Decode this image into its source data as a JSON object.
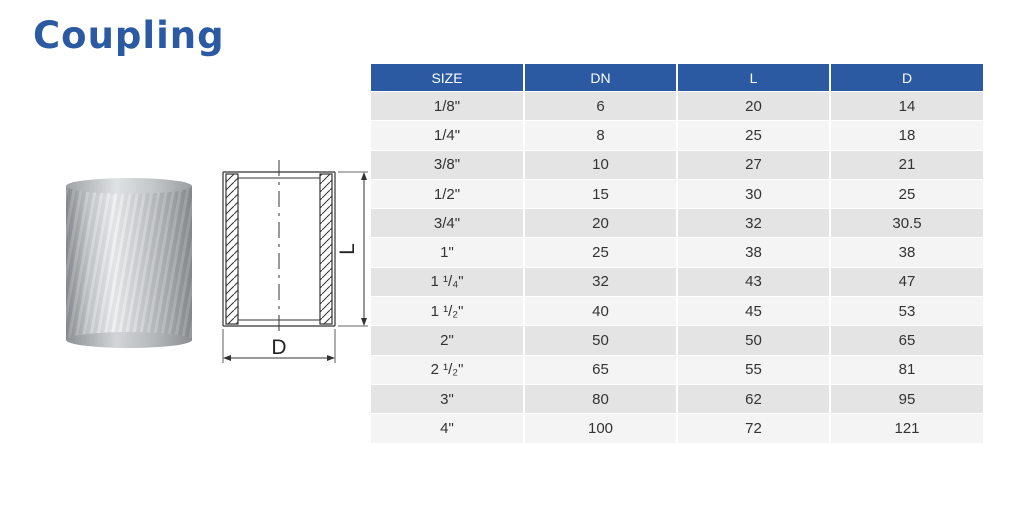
{
  "title": "Coupling",
  "drawing": {
    "length_label": "L",
    "diameter_label": "D"
  },
  "table": {
    "headers": [
      "SIZE",
      "DN",
      "L",
      "D"
    ],
    "rows": [
      [
        "1/8\"",
        "6",
        "20",
        "14"
      ],
      [
        "1/4\"",
        "8",
        "25",
        "18"
      ],
      [
        "3/8\"",
        "10",
        "27",
        "21"
      ],
      [
        "1/2\"",
        "15",
        "30",
        "25"
      ],
      [
        "3/4\"",
        "20",
        "32",
        "30.5"
      ],
      [
        "1\"",
        "25",
        "38",
        "38"
      ],
      [
        "1 ¹/₄\"",
        "32",
        "43",
        "47"
      ],
      [
        "1 ¹/₂\"",
        "40",
        "45",
        "53"
      ],
      [
        "2\"",
        "50",
        "50",
        "65"
      ],
      [
        "2 ¹/₂\"",
        "65",
        "55",
        "81"
      ],
      [
        "3\"",
        "80",
        "62",
        "95"
      ],
      [
        "4\"",
        "100",
        "72",
        "121"
      ]
    ]
  },
  "colors": {
    "accent": "#2b5aa3",
    "row_odd": "#e4e4e4",
    "row_even": "#f4f4f4"
  }
}
